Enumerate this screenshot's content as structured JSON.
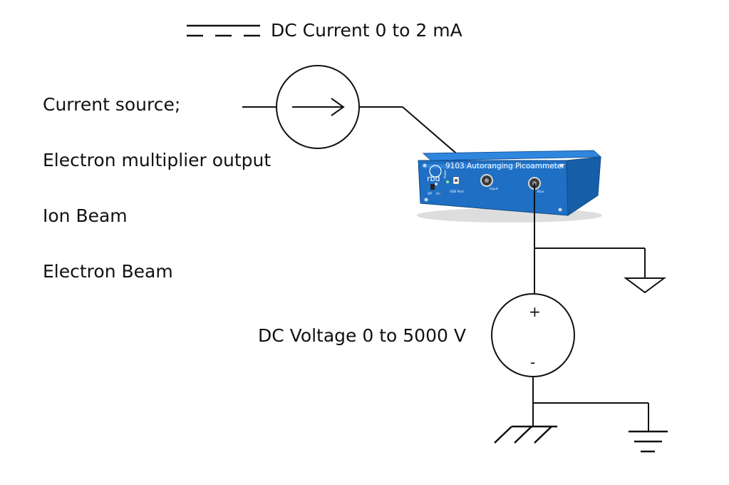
{
  "diagram": {
    "dc_current_label": "DC Current  0 to 2 mA",
    "current_source_types": [
      "Current source;",
      "Electron multiplier output",
      "Ion Beam",
      "Electron Beam"
    ],
    "dc_voltage_label": "DC Voltage  0 to 5000 V",
    "polarity_plus": "+",
    "polarity_minus": "-"
  },
  "device": {
    "brand": "rbd",
    "title": "9103 Autoranging Picoammeter",
    "usb_port_label": "USB Port",
    "input_label": "Input",
    "bias_label": "Bias",
    "power_label": "Power",
    "on_label": "On",
    "off_label": "Off",
    "body_color": "#1f6fc4",
    "body_shade_color": "#175ea9"
  }
}
